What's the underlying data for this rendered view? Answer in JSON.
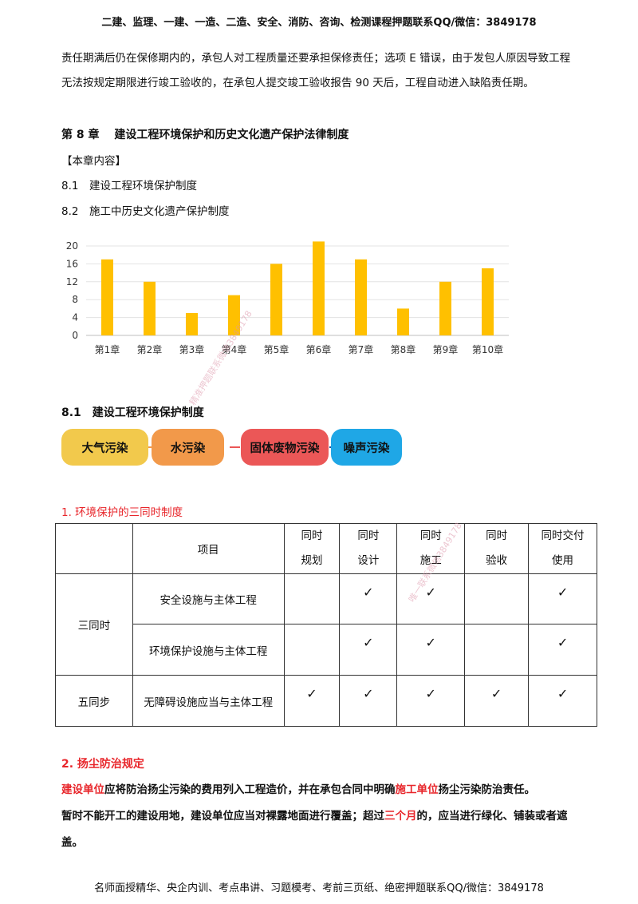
{
  "header": {
    "text": "二建、监理、一建、一造、二造、安全、消防、咨询、检测课程押题联系QQ/微信：3849178"
  },
  "intro": {
    "line1": "责任期满后仍在保修期内的，承包人对工程质量还要承担保修责任；选项 E 错误，由于发包人原因导致工程",
    "line2": "无法按规定期限进行竣工验收的，在承包人提交竣工验收报告 90 天后，工程自动进入缺陷责任期。"
  },
  "chapter": {
    "title": "第 8 章　 建设工程环境保护和历史文化遗产保护法律制度",
    "contents_label": "【本章内容】",
    "items": [
      "8.1　建设工程环境保护制度",
      "8.2　施工中历史文化遗产保护制度"
    ]
  },
  "chart_data": {
    "type": "bar",
    "categories": [
      "第1章",
      "第2章",
      "第3章",
      "第4章",
      "第5章",
      "第6章",
      "第7章",
      "第8章",
      "第9章",
      "第10章"
    ],
    "values": [
      17,
      12,
      5,
      9,
      16,
      21,
      17,
      6,
      12,
      15
    ],
    "ylim": [
      0,
      20
    ],
    "yticks": [
      0,
      4,
      8,
      12,
      16,
      20
    ],
    "grid": true,
    "bar_color": "#ffc000"
  },
  "section": {
    "title": "8.1　建设工程环境保护制度",
    "pills": [
      {
        "label": "大气污染",
        "color": "#f2c94c"
      },
      {
        "label": "水污染",
        "color": "#f2994a"
      },
      {
        "label": "固体废物污染",
        "color": "#eb5757"
      },
      {
        "label": "噪声污染",
        "color": "#1fa7e6"
      }
    ]
  },
  "table_section": {
    "title": "1.  环境保护的三同时制度",
    "header": {
      "item": "项目",
      "cols": [
        [
          "同时",
          "规划"
        ],
        [
          "同时",
          "设计"
        ],
        [
          "同时",
          "施工"
        ],
        [
          "同时",
          "验收"
        ],
        [
          "同时交付",
          "使用"
        ]
      ]
    },
    "group1": "三同时",
    "group2": "五同步",
    "rows": [
      {
        "label": "安全设施与主体工程",
        "checks": [
          "",
          "✓",
          "✓",
          "",
          "✓"
        ]
      },
      {
        "label": "环境保护设施与主体工程",
        "checks": [
          "",
          "✓",
          "✓",
          "",
          "✓"
        ]
      },
      {
        "label": "无障碍设施应当与主体工程",
        "checks": [
          "✓",
          "✓",
          "✓",
          "✓",
          "✓"
        ]
      }
    ]
  },
  "dust": {
    "title": "2.  扬尘防治规定",
    "p1_a": "建设单位",
    "p1_b": "应将防治扬尘污染的费用列入工程造价，并在承包合同中明确",
    "p1_c": "施工单位",
    "p1_d": "扬尘污染防治责任。",
    "p2_a": "暂时不能开工的建设用地，建设单位应当对裸露地面进行覆盖；超过",
    "p2_b": "三个月",
    "p2_c": "的，应当进行绿化、铺装或者遮",
    "p2_d": "盖。"
  },
  "watermarks": {
    "w1": "精准押题联系微信3849178",
    "w2": "唯一联系微信3849178"
  },
  "footer": {
    "text": "名师面授精华、央企内训、考点串讲、习题模考、考前三页纸、绝密押题联系QQ/微信：3849178"
  }
}
